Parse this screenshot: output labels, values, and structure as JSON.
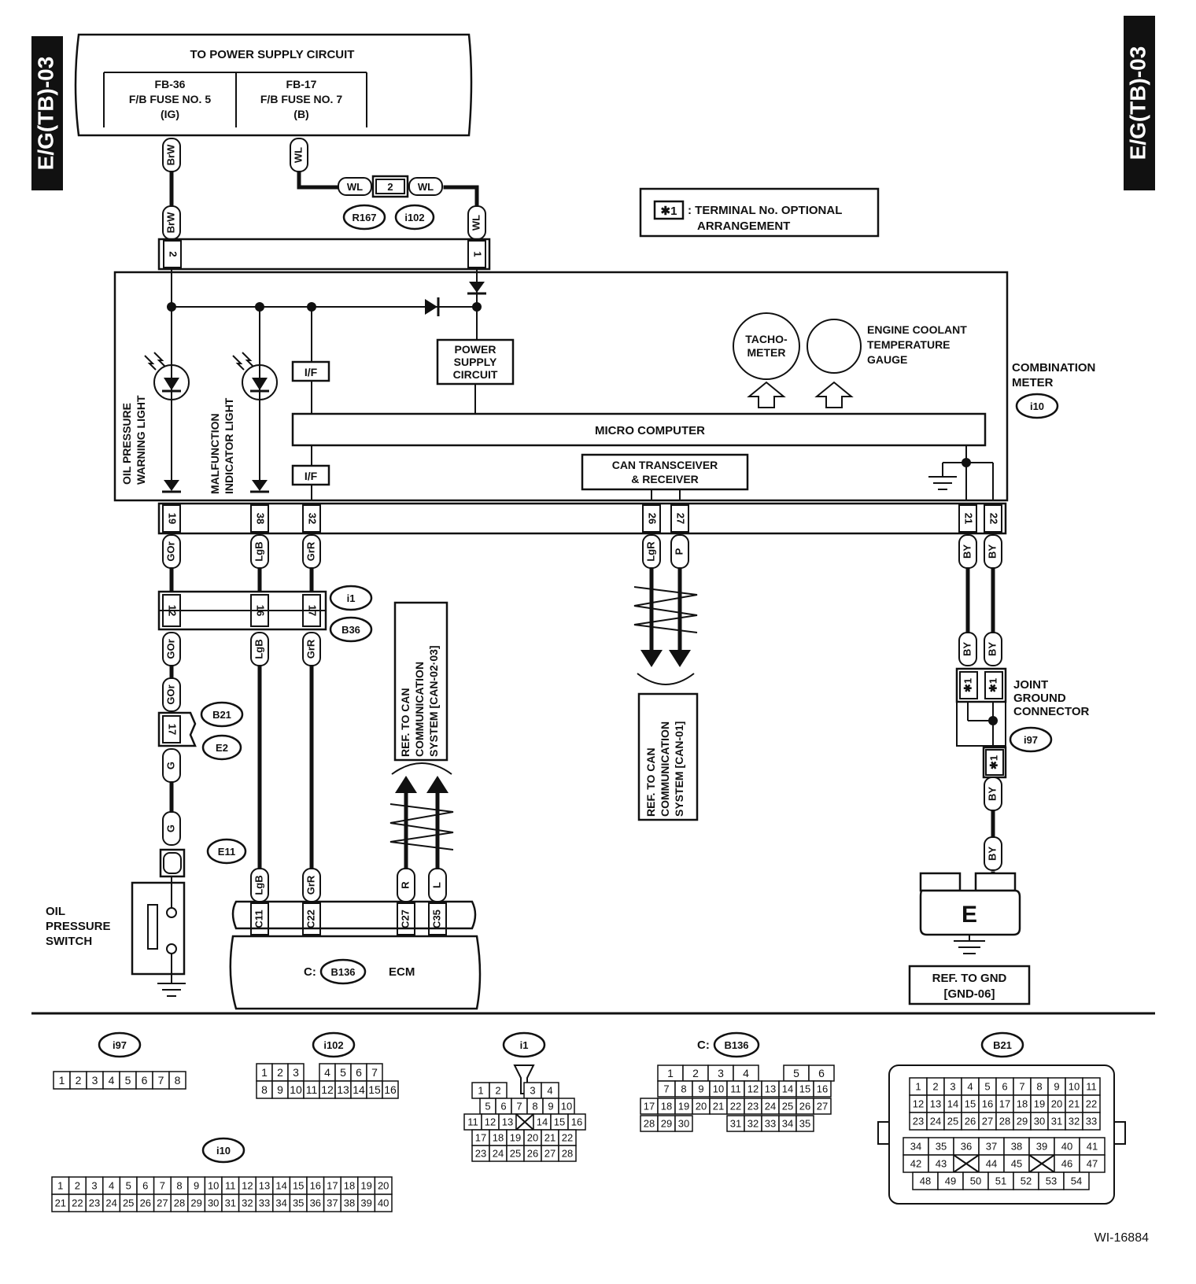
{
  "side_tab_left": "E/G(TB)-03",
  "side_tab_right": "E/G(TB)-03",
  "power_supply": {
    "title": "TO POWER SUPPLY CIRCUIT",
    "fuse1": [
      "FB-36",
      "F/B FUSE NO. 5",
      "(IG)"
    ],
    "fuse2": [
      "FB-17",
      "F/B FUSE NO. 7",
      "(B)"
    ]
  },
  "note": {
    "symbol": "✱1",
    "text_line1": ": TERMINAL No. OPTIONAL",
    "text_line2": "ARRANGEMENT"
  },
  "wire_colors": {
    "brw": "BrW",
    "wl": "WL",
    "gor": "GOr",
    "lgb": "LgB",
    "grr": "GrR",
    "lgr": "LgR",
    "p": "P",
    "by": "BY",
    "g": "G",
    "r": "R",
    "l": "L"
  },
  "terminals": {
    "t1": "1",
    "t2": "2",
    "t12": "12",
    "t16": "16",
    "t17": "17",
    "t19": "19",
    "t21": "21",
    "t22": "22",
    "t26": "26",
    "t27": "27",
    "t32": "32",
    "t38": "38",
    "c11": "C11",
    "c22": "C22",
    "c27": "C27",
    "c35": "C35",
    "star": "✱1"
  },
  "connectors": {
    "r167": "R167",
    "i102": "i102",
    "i10": "i10",
    "i1": "i1",
    "b36": "B36",
    "b21": "B21",
    "e2": "E2",
    "e11": "E11",
    "i97": "i97",
    "b136": "B136"
  },
  "meter": {
    "label": [
      "COMBINATION",
      "METER"
    ],
    "micro": "MICRO COMPUTER",
    "can": [
      "CAN TRANSCEIVER",
      "& RECEIVER"
    ],
    "power": [
      "POWER",
      "SUPPLY",
      "CIRCUIT"
    ],
    "if": "I/F",
    "tacho": [
      "TACHO-",
      "METER"
    ],
    "coolant": [
      "ENGINE COOLANT",
      "TEMPERATURE",
      "GAUGE"
    ],
    "oil_light": [
      "OIL PRESSURE",
      "WARNING LIGHT"
    ],
    "mil": [
      "MALFUNCTION",
      "INDICATOR LIGHT"
    ]
  },
  "refs": {
    "can0203": [
      "REF. TO CAN",
      "COMMUNICATION",
      "SYSTEM [CAN-02·03]"
    ],
    "can01": [
      "REF. TO CAN",
      "COMMUNICATION",
      "SYSTEM [CAN-01]"
    ],
    "gnd": [
      "REF. TO GND",
      "[GND-06]"
    ]
  },
  "oil_switch": [
    "OIL",
    "PRESSURE",
    "SWITCH"
  ],
  "ecm": {
    "prefix": "C:",
    "label": "ECM"
  },
  "joint": [
    "JOINT",
    "GROUND",
    "CONNECTOR"
  ],
  "ground_letter": "E",
  "figure_id": "WI-16884",
  "connector_faces": {
    "i97": [
      "1",
      "2",
      "3",
      "4",
      "5",
      "6",
      "7",
      "8"
    ],
    "i102": [
      [
        "1",
        "2",
        "3",
        "",
        "4",
        "5",
        "6",
        "7"
      ],
      [
        "8",
        "9",
        "10",
        "11",
        "12",
        "13",
        "14",
        "15",
        "16"
      ]
    ],
    "i1": [
      [
        "1",
        "2",
        "",
        "3",
        "4"
      ],
      [
        "5",
        "6",
        "7",
        "8",
        "9",
        "10"
      ],
      [
        "11",
        "12",
        "13",
        "X",
        "14",
        "15",
        "16"
      ],
      [
        "17",
        "18",
        "19",
        "20",
        "21",
        "22"
      ],
      [
        "23",
        "24",
        "25",
        "26",
        "27",
        "28"
      ]
    ],
    "b136": [
      [
        "1",
        "2",
        "3",
        "4",
        "",
        "5",
        "6"
      ],
      [
        "7",
        "8",
        "9",
        "10",
        "11",
        "12",
        "13",
        "14",
        "15",
        "16"
      ],
      [
        "17",
        "18",
        "19",
        "20",
        "21",
        "22",
        "23",
        "24",
        "25",
        "26",
        "27"
      ],
      [
        "28",
        "29",
        "30",
        "",
        "",
        "31",
        "32",
        "33",
        "34",
        "35"
      ]
    ],
    "i10": [
      [
        "1",
        "2",
        "3",
        "4",
        "5",
        "6",
        "7",
        "8",
        "9",
        "10",
        "11",
        "12",
        "13",
        "14",
        "15",
        "16",
        "17",
        "18",
        "19",
        "20"
      ],
      [
        "21",
        "22",
        "23",
        "24",
        "25",
        "26",
        "27",
        "28",
        "29",
        "30",
        "31",
        "32",
        "33",
        "34",
        "35",
        "36",
        "37",
        "38",
        "39",
        "40"
      ]
    ],
    "b21": [
      [
        "1",
        "2",
        "3",
        "4",
        "5",
        "6",
        "7",
        "8",
        "9",
        "10",
        "11"
      ],
      [
        "12",
        "13",
        "14",
        "15",
        "16",
        "17",
        "18",
        "19",
        "20",
        "21",
        "22"
      ],
      [
        "23",
        "24",
        "25",
        "26",
        "27",
        "28",
        "29",
        "30",
        "31",
        "32",
        "33"
      ],
      [
        "34",
        "35",
        "36",
        "37",
        "38",
        "39",
        "40",
        "41"
      ],
      [
        "42",
        "43",
        "X",
        "44",
        "45",
        "X",
        "46",
        "47"
      ],
      [
        "48",
        "49",
        "50",
        "51",
        "52",
        "53",
        "54"
      ]
    ]
  }
}
